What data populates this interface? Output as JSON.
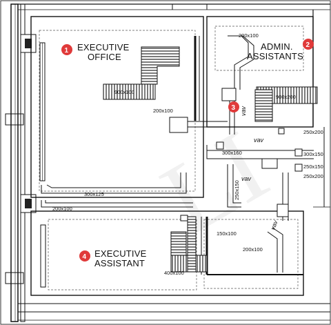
{
  "rooms": [
    {
      "id": "executive-office",
      "marker": "1",
      "line1": "EXECUTIVE",
      "line2": "OFFICE"
    },
    {
      "id": "admin-assistants",
      "marker": "2",
      "line1": "ADMIN.",
      "line2": "ASSISTANTS"
    },
    {
      "id": "vav-zone",
      "marker": "3"
    },
    {
      "id": "executive-assistant",
      "marker": "4",
      "line1": "EXECUTIVE",
      "line2": "ASSISTANT"
    }
  ],
  "duct_sizes": {
    "d1": "200x100",
    "d2": "900x100",
    "d3": "900x200",
    "d4": "200x100",
    "d5": "300x125",
    "d6": "200x100",
    "d7": "300x160",
    "d8": "250x150",
    "d9": "150x100",
    "d10": "200x100",
    "d11": "400x100",
    "d12": "250x200",
    "d13": "300x150",
    "d14": "250x150",
    "d15": "250x200"
  },
  "vav_labels": {
    "v1": "vav",
    "v2": "vav",
    "v3": "vav",
    "v4": "vav"
  },
  "colors": {
    "marker": "#e03a3a",
    "line": "#111111",
    "grid": "#9a9a9a"
  }
}
